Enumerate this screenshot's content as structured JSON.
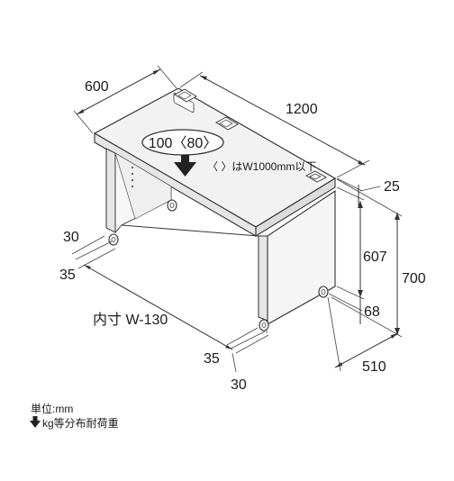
{
  "dimensions": {
    "depth_top": "600",
    "width_top": "1200",
    "top_thickness": "25",
    "inner_height": "607",
    "total_height": "700",
    "bottom_gap": "68",
    "depth_bottom": "510",
    "inner_width": "内寸 W-130",
    "caster_left_a": "30",
    "caster_left_b": "35",
    "caster_right_a": "35",
    "caster_right_b": "30"
  },
  "load": {
    "value": "100〈80〉",
    "note": "〈 〉はW1000mm以下"
  },
  "legend": {
    "unit": "単位:mm",
    "load_label": "kg等分布耐荷重"
  },
  "icons": [
    "down-arrow-icon",
    "outlet-icon",
    "caster-icon"
  ]
}
